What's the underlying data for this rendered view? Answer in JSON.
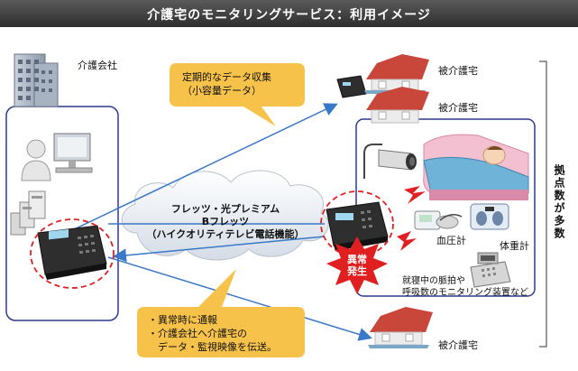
{
  "title": "介護宅のモニタリングサービス：利用イメージ",
  "company": {
    "label": "介護会社"
  },
  "homes": [
    {
      "label": "被介護宅"
    },
    {
      "label": "被介護宅"
    },
    {
      "label": "被介護宅"
    }
  ],
  "callout_top": {
    "line1": "定期的なデータ収集",
    "line2": "（小容量データ）"
  },
  "callout_bottom": {
    "line1": "・異常時に通報",
    "line2": "・介護会社へ介護宅の",
    "line3": "　データ・監視映像を伝送。"
  },
  "cloud": {
    "line1": "フレッツ・光プレミアム",
    "line2": "Bフレッツ",
    "line3": "（ハイクオリティテレビ電話機能）"
  },
  "alert": {
    "line1": "異常",
    "line2": "発生"
  },
  "devices": {
    "blood_pressure": "血圧計",
    "scale": "体重計",
    "monitor_line1": "就寝中の脈拍や",
    "monitor_line2": "呼吸数のモニタリング装置など"
  },
  "side_label": "拠点数が多数",
  "colors": {
    "title_bg": "#3a3a3a",
    "callout": "#f6c24a",
    "arrow": "#3a78c8",
    "frame": "#2b3a8a",
    "alert": "#e02020"
  }
}
